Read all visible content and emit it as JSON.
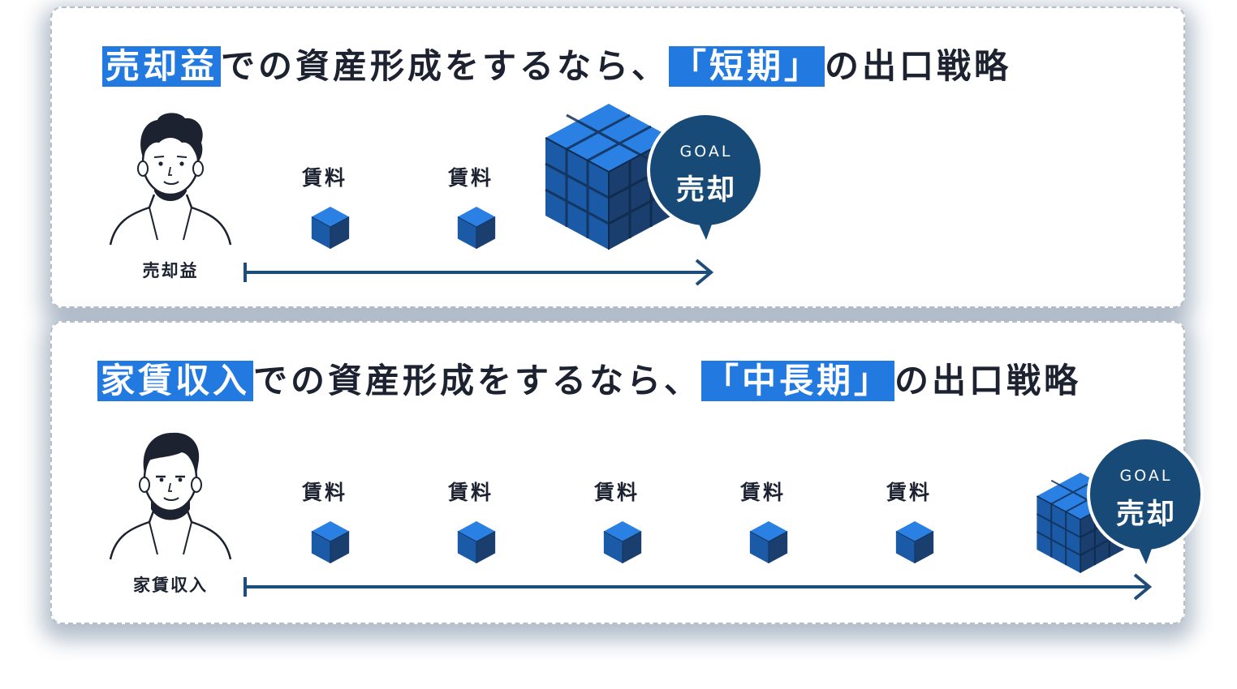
{
  "section_short": {
    "heading": {
      "highlight_1": "売却益",
      "middle": "での資産形成をするなら、",
      "highlight_2": "「短期」",
      "suffix": "の出口戦略"
    },
    "person_label": "売却益",
    "rent_labels": [
      "賃料",
      "賃料"
    ],
    "goal": {
      "label": "GOAL",
      "text": "売却"
    }
  },
  "section_long": {
    "heading": {
      "highlight_1": "家賃収入",
      "middle": "での資産形成をするなら、",
      "highlight_2": "「中長期」",
      "suffix": "の出口戦略"
    },
    "person_label": "家賃収入",
    "rent_labels": [
      "賃料",
      "賃料",
      "賃料",
      "賃料",
      "賃料"
    ],
    "goal": {
      "label": "GOAL",
      "text": "売却"
    }
  },
  "colors": {
    "highlight": "#2279e0",
    "navy": "#1f4d7a",
    "bubble": "#184a78",
    "cube_top": "#2b80e4",
    "cube_left": "#1b5aa6",
    "cube_right": "#1a3f6e",
    "text": "#1c2230"
  }
}
